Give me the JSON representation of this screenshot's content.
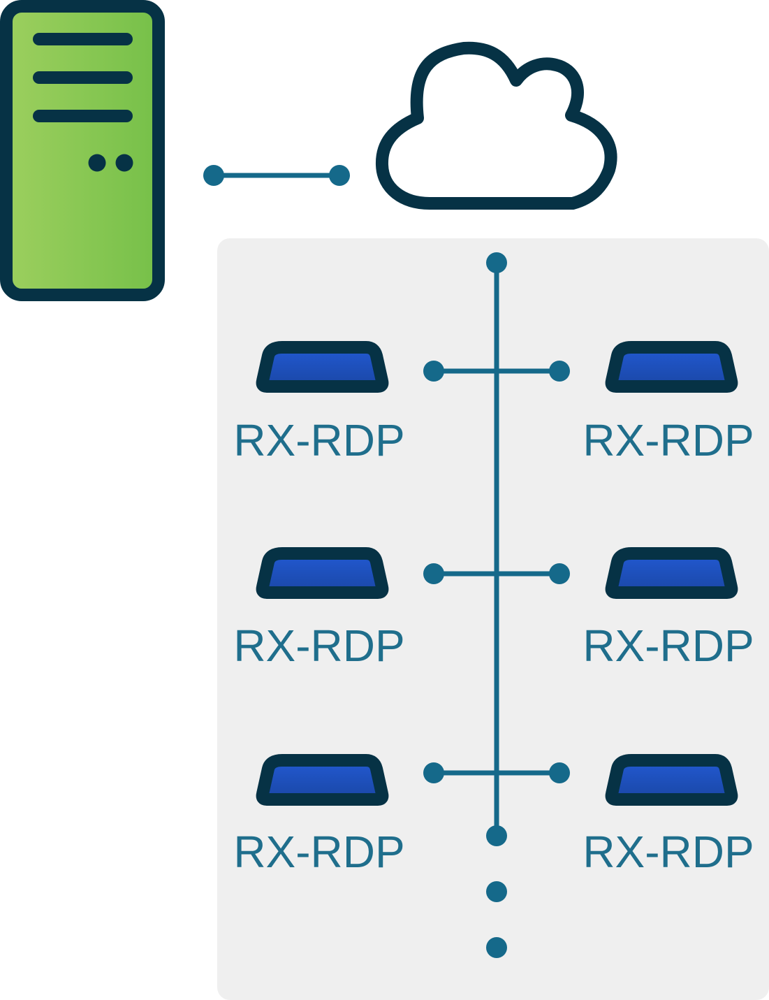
{
  "colors": {
    "outline": "#063245",
    "connector": "#15698A",
    "server_fill_light": "#9CCF5E",
    "server_fill_dark": "#76C049",
    "device_fill_top": "#2259D1",
    "device_fill_bottom": "#1A47A6",
    "panel_bg": "#EFEFEF",
    "label_text": "#1F6E8C",
    "cloud_fill": "#FFFFFF"
  },
  "icons": {
    "server": "server-icon",
    "cloud": "cloud-icon",
    "device": "rx-rdp-device-icon"
  },
  "network": {
    "devices": [
      {
        "label": "RX-RDP"
      },
      {
        "label": "RX-RDP"
      },
      {
        "label": "RX-RDP"
      },
      {
        "label": "RX-RDP"
      },
      {
        "label": "RX-RDP"
      },
      {
        "label": "RX-RDP"
      }
    ]
  }
}
